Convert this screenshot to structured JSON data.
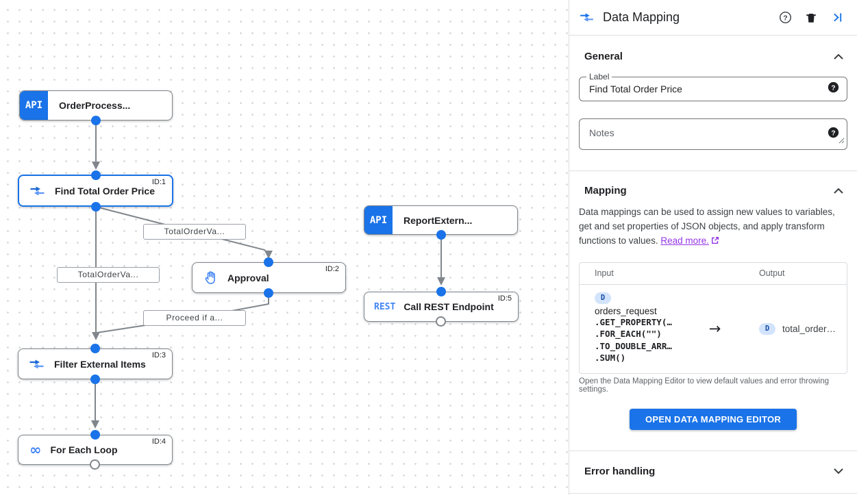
{
  "canvas": {
    "nodes": [
      {
        "badge": "API",
        "label": "OrderProcess..."
      },
      {
        "label": "Find Total Order Price",
        "id": "ID:1"
      },
      {
        "badge": "API",
        "label": "ReportExtern..."
      },
      {
        "label": "Approval",
        "id": "ID:2"
      },
      {
        "badge": "REST",
        "label": "Call REST Endpoint",
        "id": "ID:5"
      },
      {
        "label": "Filter External Items",
        "id": "ID:3"
      },
      {
        "label": "For Each Loop",
        "id": "ID:4"
      }
    ],
    "edge_labels": [
      "TotalOrderVa...",
      "TotalOrderVa...",
      "Proceed if a..."
    ],
    "loop_icon_glyph": "∞"
  },
  "panel": {
    "title": "Data Mapping",
    "header_icons": [
      "data-mapping-icon",
      "help-icon",
      "trash-icon",
      "collapse-right-icon"
    ],
    "general": {
      "heading": "General",
      "label_label": "Label",
      "label_value": "Find Total Order Price",
      "notes_placeholder": "Notes"
    },
    "mapping": {
      "heading": "Mapping",
      "description": "Data mappings can be used to assign new values to variables, get and set properties of JSON objects, and apply transform functions to values. ",
      "read_more": "Read more.",
      "table": {
        "input_header": "Input",
        "output_header": "Output",
        "input_badge": "D",
        "input_variable": "orders_request",
        "input_functions": [
          ".GET_PROPERTY(…",
          ".FOR_EACH(\"\")",
          ".TO_DOUBLE_ARR…",
          ".SUM()"
        ],
        "arrow": "→",
        "output_badge": "D",
        "output_value": "total_order…"
      },
      "caption": "Open the Data Mapping Editor to view default values and error throwing settings.",
      "button": "OPEN DATA MAPPING EDITOR"
    },
    "error_handling": {
      "heading": "Error handling"
    }
  },
  "colors": {
    "accent": "#1a73e8",
    "rest_badge": "#4285f4",
    "link": "#9334e6",
    "edge": "#80868b",
    "badge_bg": "#d2e3fc",
    "badge_text": "#174ea6"
  }
}
